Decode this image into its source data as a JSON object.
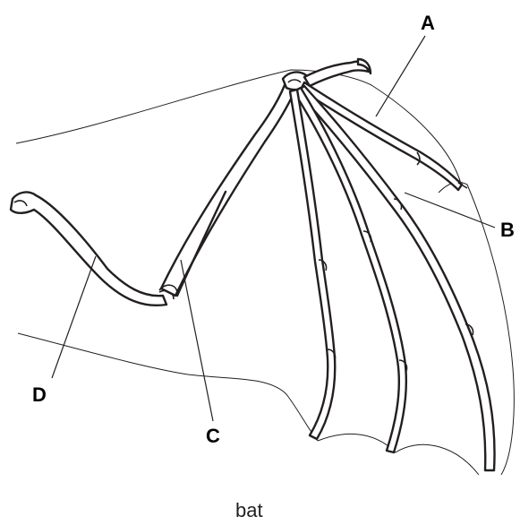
{
  "diagram": {
    "labels": {
      "a": "A",
      "b": "B",
      "c": "C",
      "d": "D"
    },
    "caption": "bat"
  }
}
